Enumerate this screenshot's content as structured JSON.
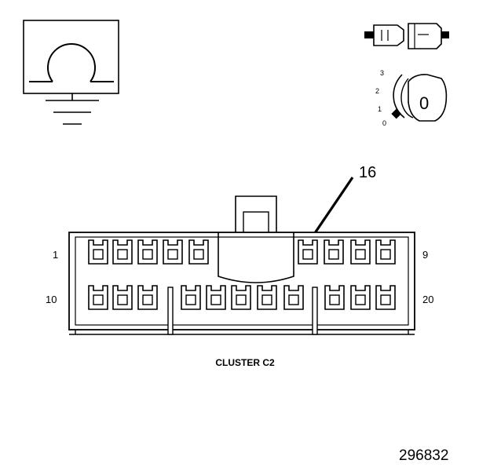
{
  "symbols": {
    "ohmmeter_icon": "ohm-symbol-with-ground",
    "connector_icon": "disconnected-connector",
    "ignition_icon": "ignition-key-off",
    "ignition_positions": [
      "3",
      "2",
      "1",
      "0"
    ],
    "key_position": "0"
  },
  "connector": {
    "title": "CLUSTER C2",
    "callout": "16",
    "row1_first": "1",
    "row1_last": "9",
    "row2_first": "10",
    "row2_last": "20"
  },
  "figure_id": "296832"
}
